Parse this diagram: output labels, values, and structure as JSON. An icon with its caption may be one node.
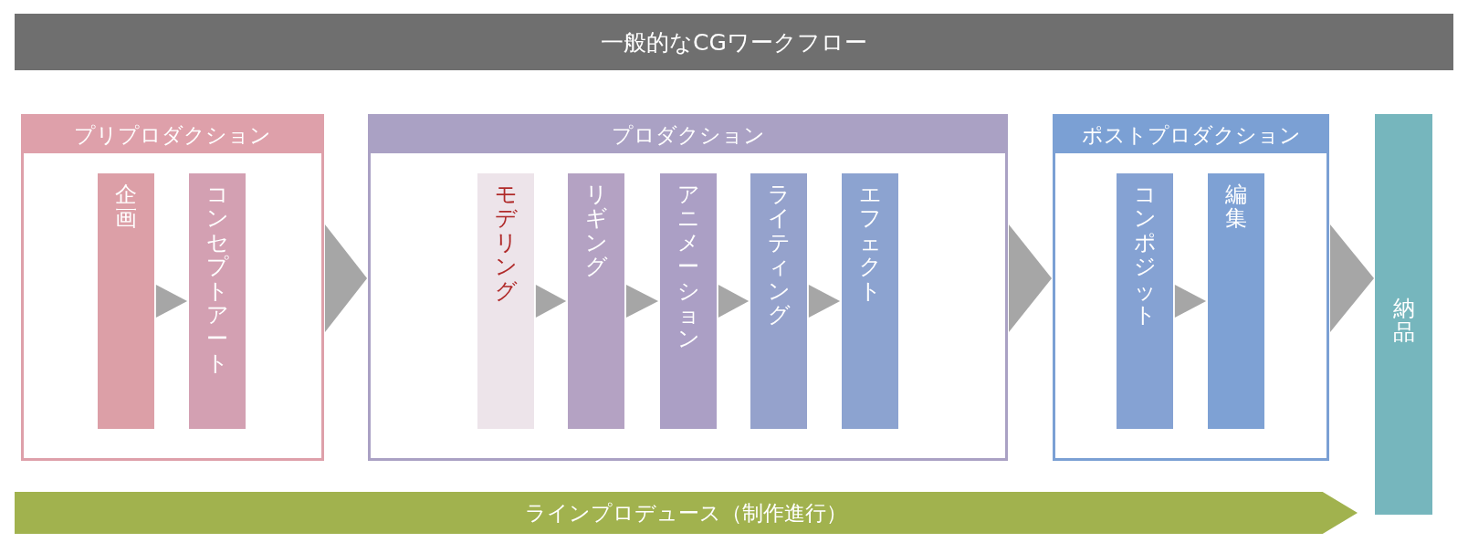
{
  "diagram": {
    "title": "一般的なCGワークフロー",
    "nodes": [
      {
        "text": [
          "プリプロダクション"
        ]
      },
      {
        "text": [
          "企画"
        ],
        "in": 0
      },
      {
        "text": [
          "コンセプトアート"
        ],
        "in": 0
      },
      {
        "text": [
          "プロダクション"
        ]
      },
      {
        "text": [
          "モデリング"
        ],
        "in": 3
      },
      {
        "text": [
          "リギング"
        ],
        "in": 3
      },
      {
        "text": [
          "アニメーション"
        ],
        "in": 3
      },
      {
        "text": [
          "ライティング"
        ],
        "in": 3
      },
      {
        "text": [
          "エフェクト"
        ],
        "in": 3
      },
      {
        "text": [
          "ポストプロダクション"
        ]
      },
      {
        "text": [
          "コンポジット"
        ],
        "in": 9
      },
      {
        "text": [
          "編集"
        ],
        "in": 9
      },
      {
        "text": [
          "納品"
        ]
      },
      {
        "text": [
          "ラインプロデュース（制作進行）"
        ]
      }
    ],
    "edges": [
      {
        "from": 1,
        "to": 2,
        "arrow": "to"
      },
      {
        "from": 0,
        "to": 3,
        "arrow": "to"
      },
      {
        "from": 4,
        "to": 5,
        "arrow": "to"
      },
      {
        "from": 5,
        "to": 6,
        "arrow": "to"
      },
      {
        "from": 6,
        "to": 7,
        "arrow": "to"
      },
      {
        "from": 7,
        "to": 8,
        "arrow": "to"
      },
      {
        "from": 3,
        "to": 9,
        "arrow": "to"
      },
      {
        "from": 10,
        "to": 11,
        "arrow": "to"
      },
      {
        "from": 9,
        "to": 12,
        "arrow": "to"
      }
    ]
  }
}
